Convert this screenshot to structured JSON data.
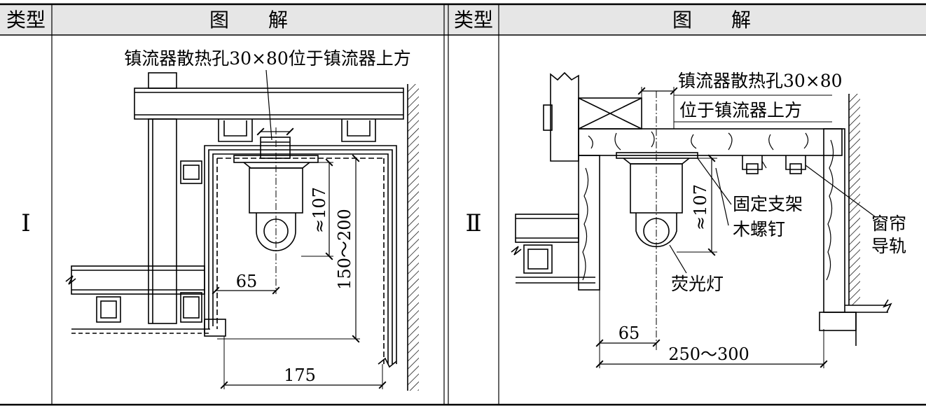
{
  "table": {
    "left": {
      "type_header": "类型",
      "diagram_header": "图　　解",
      "type_value": "Ⅰ"
    },
    "right": {
      "type_header": "类型",
      "diagram_header": "图　　解",
      "type_value": "Ⅱ"
    }
  },
  "diagram_I": {
    "vent_note": "镇流器散热孔30×80位于镇流器上方",
    "dim_107": "≈107",
    "dim_150_200": "150～200",
    "dim_65": "65",
    "dim_175": "175"
  },
  "diagram_II": {
    "vent_note_line1": "镇流器散热孔30×80",
    "vent_note_line2": "位于镇流器上方",
    "bracket_label": "固定支架",
    "screw_label": "木螺钉",
    "lamp_label": "荧光灯",
    "rail_label_1": "窗帘",
    "rail_label_2": "导轨",
    "dim_107": "≈107",
    "dim_65": "65",
    "dim_250_300": "250～300"
  }
}
